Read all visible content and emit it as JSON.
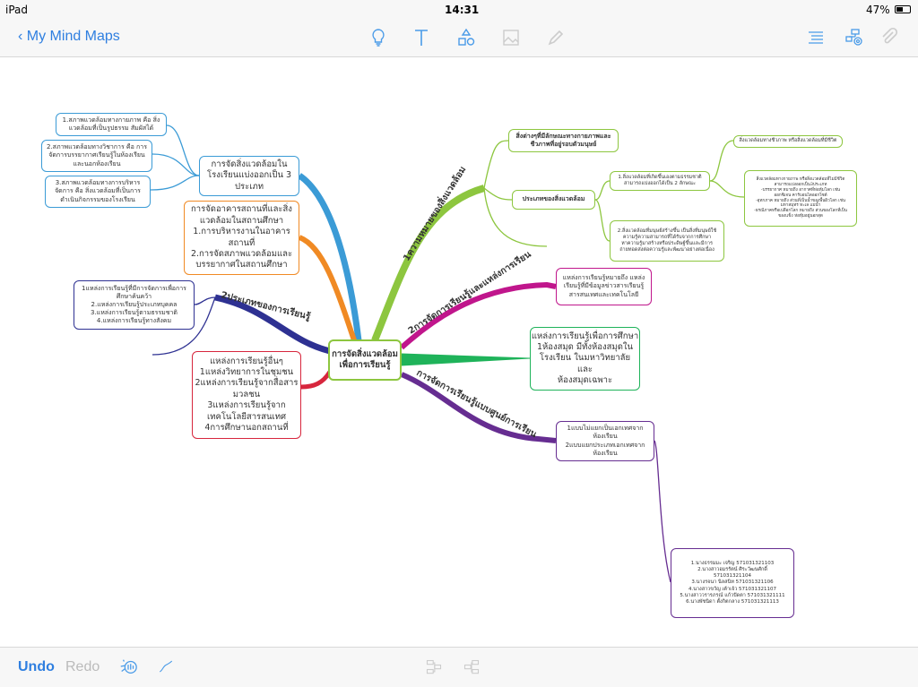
{
  "status": {
    "device": "iPad",
    "time": "14:31",
    "battery": "47%"
  },
  "nav": {
    "back_label": "My Mind Maps",
    "icons": [
      "lightbulb-icon",
      "text-icon",
      "shapes-icon",
      "image-icon",
      "pencil-icon",
      "outline-list-icon",
      "map-settings-icon",
      "attachment-icon"
    ]
  },
  "bottom": {
    "undo": "Undo",
    "redo": "Redo"
  },
  "colors": {
    "accent": "#2f7fe0",
    "lime": "#8dc63f",
    "blue": "#3b9bd6",
    "orange": "#f08a24",
    "navy": "#2e3192",
    "red": "#d7263d",
    "magenta": "#c0168c",
    "green": "#1fb35a",
    "purple": "#662d91"
  },
  "map": {
    "center": "การจัดสิ่งแวดล้อม\nเพื่อการเรียนรู้",
    "branch_labels": {
      "lime": "1ความหมายของสิ่งแวดล้อม",
      "navy": "2ประเภทของการเรียนรู้",
      "magenta": "2การจัดการเรียนรู้และแหล่งการเรียน",
      "purple": "การจัดการเรียนรู้แบบศูนย์การเรียน"
    },
    "blue_main": "การจัดสิ่งแวดล้อมใน\nโรงเรียนแบ่งออกเป็น 3\nประเภท",
    "blue_subs": [
      "1.สภาพแวดล้อมทางกายภาพ คือ สิ่ง\nแวดล้อมที่เป็นรูปธรรม สัมผัสได้",
      "2.สภาพแวดล้อมทางวิชาการ คือ การ\nจัดการบรรยากาศเรียนรู้ในห้องเรียน\nและนอกห้องเรียน",
      "3.สภาพแวดล้อมทางการบริหาร\nจัดการ คือ สิ่งแวดล้อมที่เป็นการ\nดำเนินกิจกรรมของโรงเรียน"
    ],
    "orange": "การจัดอาคารสถานที่และสิ่ง\nแวดล้อมในสถานศึกษา\n1.การบริหารงานในอาคาร\nสถานที่\n2.การจัดสภาพแวดล้อมและ\nบรรยากาศในสถานศึกษา",
    "navy_node": "1แหล่งการเรียนรู้ที่มีการจัดการเพื่อการ\nศึกษาค้นคว้า\n2.แหล่งการเรียนรู้ประเภทบุคคล\n3.แหล่งการเรียนรู้ตามธรรมชาติ\n4.แหล่งการเรียนรู้ทางสังคม",
    "red_node": "แหล่งการเรียนรู้อื่นๆ\n1แหล่งวิทยาการในชุมชน\n2แหล่งการเรียนรู้จากสื่อสาร\nมวลชน\n3แหล่งการเรียนรู้จาก\nเทคโนโลยีสารสนเทศ\n4การศึกษานอกสถานที่",
    "lime_nodes": {
      "meaning": "สิ่งต่างๆที่มีลักษณะทางกายภาพและ\nชีวภาพที่อยู่รอบตัวมนุษย์",
      "types": "ประเภทของสิ่งแวดล้อม",
      "natural": "1.สิ่งแวดล้อมที่เกิดขึ้นเองตามธรรมชาติ\nสามารถแบ่งออกได้เป็น 2 ลักษณะ",
      "manmade": "2.สิ่งแวดล้อมที่มนุษย์สร้างขึ้น เป็นสิ่งที่มนุษย์ใช้\nความรู้ความสามารถที่ได้รับจากการศึกษา\nหาความรู้มาสร้างหรือประดิษฐ์ขึ้นและมีการ\nถ่ายทอดส่งต่อความรู้และพัฒนาอย่างต่อเนื่อง",
      "living": "สิ่งแวดล้อมทางชีวภาพ หรือสิ่งแวดล้อมที่มีชีวิต",
      "nonliving": "สิ่งแวดล้อมทางกายภาพ หรือสิ่งแวดล้อมที่ไม่มีชีวิต\nสามารถแบ่งออกเป็น3ประเภท\n-บรรยากาศ หมายถึง อากาศที่ห่อหุ้มโลก เช่น\nออกซิเจน คาร์บอนไดออกไซด์\n-อุทกภาค หมายถึง ส่วนที่เป็นน้ำของพื้นผิวโลก เช่น\nมหาสมุทร ทะเล แม่น้ำ\n-ธรณีภาคหรือเปลือกโลก หมายถึง ส่วนของโลกที่เป็น\nของแข็ง ห่อหุ้มอยู่นอกสุด"
    },
    "magenta_node": "แหล่งการเรียนรู้หมายถึง แหล่ง\nเรียนรู้ที่มีข้อมูลข่าวสารเรียนรู้\nสารสนเทศและเทคโนโลยี",
    "green_node": "แหล่งการเรียนรู้เพื่อการศึกษา\n1ห้องสมุด มีทั้งห้องสมุดใน\nโรงเรียน ในมหาวิทยาลัย และ\nห้องสมุดเฉพาะ",
    "purple_node": "1แบบไม่แยกเป็นเอกเทศจาก\nห้องเรียน\n2แบบแยกประเภทเอกเทศจาก\nห้องเรียน",
    "members": "1.นางธรรมมะ เจริญ   571031321103\n2.นางสาวอมรรัตน์ ศิระวัฒนศักดิ์\n571031321104\n3.นางรจนา นิลสนิท 571031321106\n4.นางสาวขวัญ เต้าเจ้ว 571031321107\n5.นางสาววรารภรณ์ แก้วปัดตา 571031321111\n6.นางพัชนิดา ตั้งกิตกลาง 571031321113"
  }
}
